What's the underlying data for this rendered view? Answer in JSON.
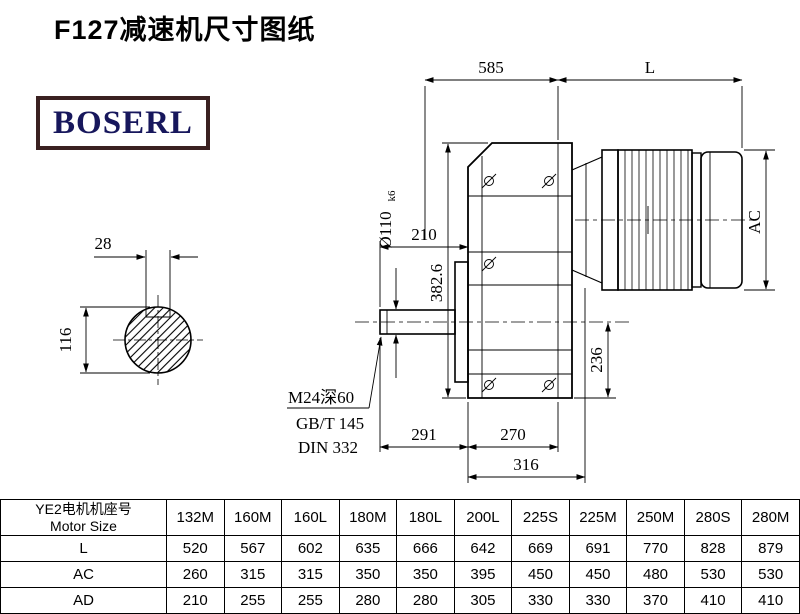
{
  "title": "F127减速机尺寸图纸",
  "logo_text": "BOSERL",
  "left_view": {
    "key_width": "28",
    "shaft_height": "116"
  },
  "main_view": {
    "top_span": "585",
    "motor_span": "L",
    "shaft_length": "210",
    "shaft_dia": "Ø110",
    "shaft_dia_tol": "k6",
    "housing_height": "382.6",
    "center_to_base": "236",
    "motor_dia": "AC",
    "tap_note": "M24深60",
    "std_note1": "GB/T 145",
    "std_note2": "DIN 332",
    "shaft_to_flange": "291",
    "flange_width": "270",
    "base_width": "316"
  },
  "colors": {
    "line": "#000000",
    "logo_border": "#3a2121",
    "logo_text_color": "#17175c"
  },
  "table": {
    "header_cn": "YE2电机机座号",
    "header_en": "Motor Size",
    "columns": [
      "132M",
      "160M",
      "160L",
      "180M",
      "180L",
      "200L",
      "225S",
      "225M",
      "250M",
      "280S",
      "280M"
    ],
    "rows": [
      {
        "label": "L",
        "values": [
          "520",
          "567",
          "602",
          "635",
          "666",
          "642",
          "669",
          "691",
          "770",
          "828",
          "879"
        ]
      },
      {
        "label": "AC",
        "values": [
          "260",
          "315",
          "315",
          "350",
          "350",
          "395",
          "450",
          "450",
          "480",
          "530",
          "530"
        ]
      },
      {
        "label": "AD",
        "values": [
          "210",
          "255",
          "255",
          "280",
          "280",
          "305",
          "330",
          "330",
          "370",
          "410",
          "410"
        ]
      }
    ]
  }
}
